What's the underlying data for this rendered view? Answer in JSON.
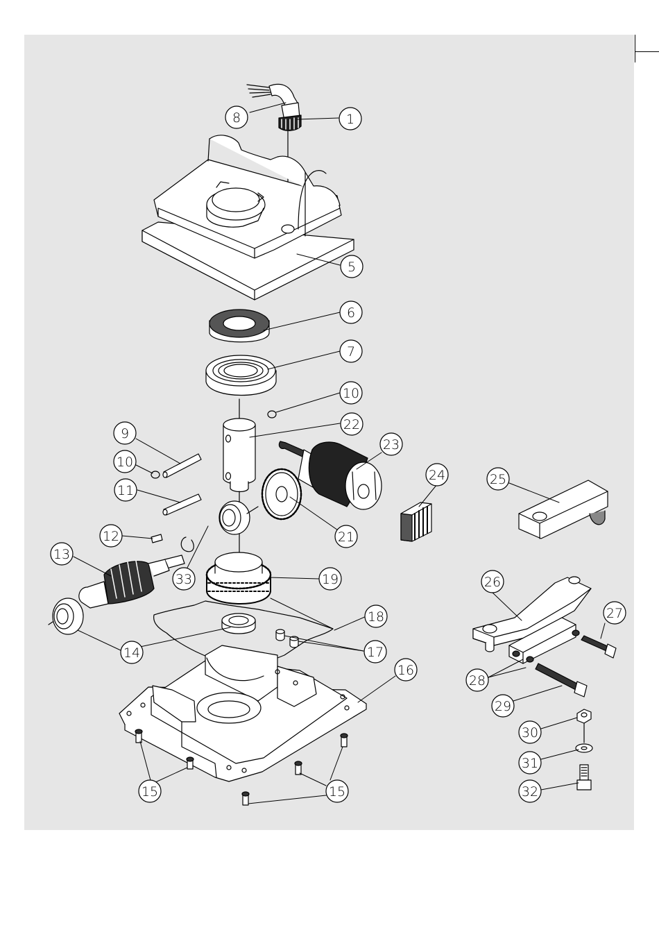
{
  "diagram": {
    "colors": {
      "panel": "#e6e6e6",
      "ink": "#000000",
      "fill": "#ffffff"
    },
    "callouts": [
      {
        "id": "c1",
        "label": "1"
      },
      {
        "id": "c5",
        "label": "5"
      },
      {
        "id": "c6",
        "label": "6"
      },
      {
        "id": "c7",
        "label": "7"
      },
      {
        "id": "c8",
        "label": "8"
      },
      {
        "id": "c9",
        "label": "9"
      },
      {
        "id": "c10a",
        "label": "10"
      },
      {
        "id": "c10b",
        "label": "10"
      },
      {
        "id": "c11",
        "label": "11"
      },
      {
        "id": "c12",
        "label": "12"
      },
      {
        "id": "c13",
        "label": "13"
      },
      {
        "id": "c14",
        "label": "14"
      },
      {
        "id": "c15a",
        "label": "15"
      },
      {
        "id": "c15b",
        "label": "15"
      },
      {
        "id": "c16",
        "label": "16"
      },
      {
        "id": "c17",
        "label": "17"
      },
      {
        "id": "c18",
        "label": "18"
      },
      {
        "id": "c19",
        "label": "19"
      },
      {
        "id": "c21",
        "label": "21"
      },
      {
        "id": "c22",
        "label": "22"
      },
      {
        "id": "c23",
        "label": "23"
      },
      {
        "id": "c24",
        "label": "24"
      },
      {
        "id": "c25",
        "label": "25"
      },
      {
        "id": "c26",
        "label": "26"
      },
      {
        "id": "c27",
        "label": "27"
      },
      {
        "id": "c28",
        "label": "28"
      },
      {
        "id": "c29",
        "label": "29"
      },
      {
        "id": "c30",
        "label": "30"
      },
      {
        "id": "c31",
        "label": "31"
      },
      {
        "id": "c32",
        "label": "32"
      },
      {
        "id": "c33",
        "label": "33"
      }
    ]
  }
}
